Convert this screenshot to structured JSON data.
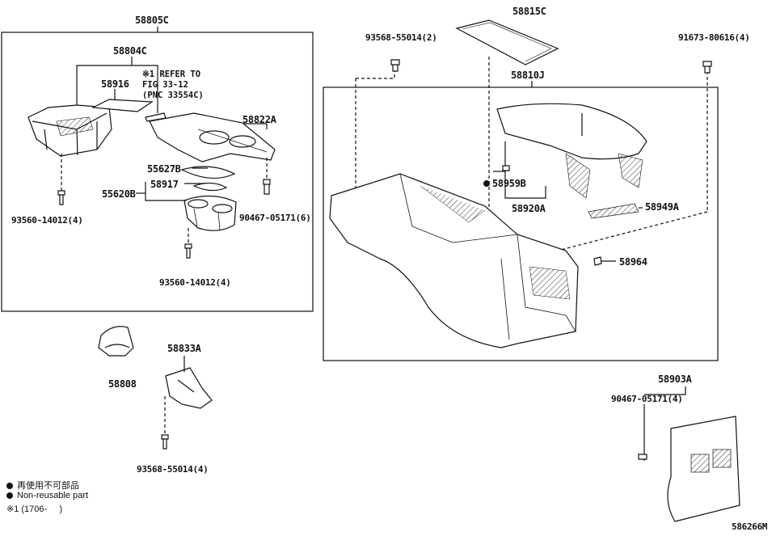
{
  "labels": {
    "p58805C": "58805C",
    "p58804C": "58804C",
    "p58916": "58916",
    "note_ref": [
      "※1 REFER TO",
      "FIG 33-12",
      "(PNC 33554C)"
    ],
    "p58822A": "58822A",
    "p55627B": "55627B",
    "p58917": "58917",
    "p55620B": "55620B",
    "p93560_left": "93560-14012(4)",
    "p90467_mid": "90467-05171(6)",
    "p93560_bottom": "93560-14012(4)",
    "p93568_top": "93568-55014(2)",
    "p58815C": "58815C",
    "p91673": "91673-80616(4)",
    "p58810J": "58810J",
    "p58959B": "58959B",
    "p58920A": "58920A",
    "p58949A": "58949A",
    "p58964": "58964",
    "p58808": "58808",
    "p58833A": "58833A",
    "p93568_bottom": "93568-55014(4)",
    "p58903A": "58903A",
    "p90467_right": "90467-05171(4)"
  },
  "legend": {
    "line1": "再使用不可部品",
    "line2": "Non-reusable part",
    "line3": "※1 (1706-     )"
  },
  "drawing_id": "586266M"
}
